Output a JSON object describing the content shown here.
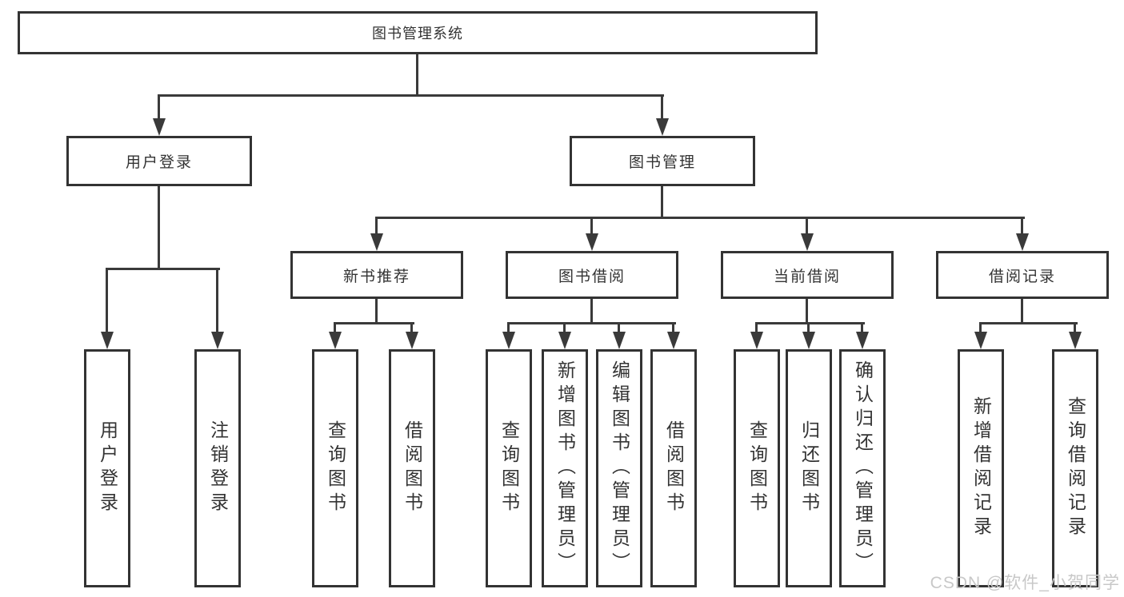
{
  "tree": {
    "root": {
      "label": "图书管理系统"
    },
    "user_login": {
      "label": "用户登录",
      "children": [
        {
          "label": "用户登录"
        },
        {
          "label": "注销登录"
        }
      ]
    },
    "book_management": {
      "label": "图书管理",
      "children": [
        {
          "label": "新书推荐",
          "children": [
            {
              "label": "查询图书"
            },
            {
              "label": "借阅图书"
            }
          ]
        },
        {
          "label": "图书借阅",
          "children": [
            {
              "label": "查询图书"
            },
            {
              "label": "新增图书（管理员）"
            },
            {
              "label": "编辑图书（管理员）"
            },
            {
              "label": "借阅图书"
            }
          ]
        },
        {
          "label": "当前借阅",
          "children": [
            {
              "label": "查询图书"
            },
            {
              "label": "归还图书"
            },
            {
              "label": "确认归还（管理员）"
            }
          ]
        },
        {
          "label": "借阅记录",
          "children": [
            {
              "label": "新增借阅记录"
            },
            {
              "label": "查询借阅记录"
            }
          ]
        }
      ]
    }
  },
  "watermark": {
    "text": "CSDN @软件_小贺同学"
  },
  "colors": {
    "line": "#3a3a3a",
    "border": "#333333",
    "watermark": "#c8c8c8"
  }
}
